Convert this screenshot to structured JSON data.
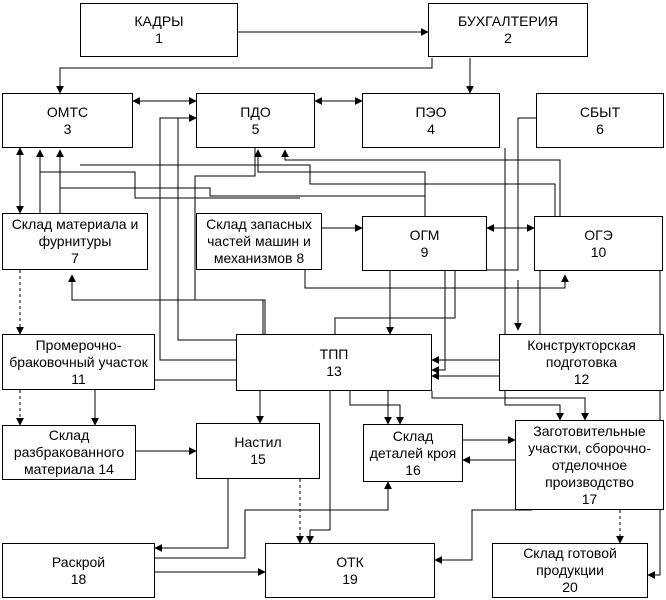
{
  "diagram": {
    "nodes": [
      {
        "id": "n1",
        "name": "КАДРЫ",
        "number": "1"
      },
      {
        "id": "n2",
        "name": "БУХГАЛТЕРИЯ",
        "number": "2"
      },
      {
        "id": "n3",
        "name": "ОМТС",
        "number": "3"
      },
      {
        "id": "n5",
        "name": "ПДО",
        "number": "5"
      },
      {
        "id": "n4",
        "name": "ПЭО",
        "number": "4"
      },
      {
        "id": "n6",
        "name": "СБЫТ",
        "number": "6"
      },
      {
        "id": "n7",
        "name": "Склад материала и фурнитуры",
        "number": "7"
      },
      {
        "id": "n8",
        "name": "Склад запасных частей машин и механизмов",
        "number": "8"
      },
      {
        "id": "n9",
        "name": "ОГМ",
        "number": "9"
      },
      {
        "id": "n10",
        "name": "ОГЭ",
        "number": "10"
      },
      {
        "id": "n11",
        "name": "Промерочно-браковочный участок",
        "number": "11"
      },
      {
        "id": "n13",
        "name": "ТПП",
        "number": "13"
      },
      {
        "id": "n12",
        "name": "Конструкторская подготовка",
        "number": "12"
      },
      {
        "id": "n14",
        "name": "Склад разбракованного материала",
        "number": "14"
      },
      {
        "id": "n15",
        "name": "Настил",
        "number": "15"
      },
      {
        "id": "n16",
        "name": "Склад деталей кроя",
        "number": "16"
      },
      {
        "id": "n17",
        "name": "Заготовительные участки, сборочно-отделочное производство",
        "number": "17"
      },
      {
        "id": "n18",
        "name": "Раскрой",
        "number": "18"
      },
      {
        "id": "n19",
        "name": "ОТК",
        "number": "19"
      },
      {
        "id": "n20",
        "name": "Склад готовой продукции",
        "number": "20"
      }
    ]
  }
}
